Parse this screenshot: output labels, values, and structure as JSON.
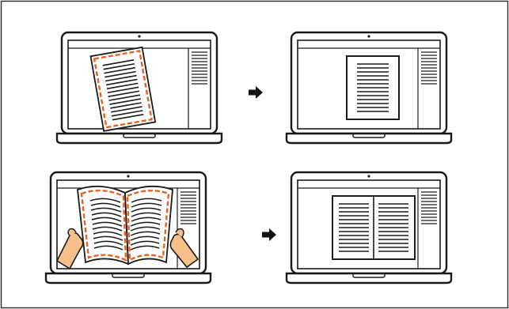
{
  "colors": {
    "outline": "#1a1a1a",
    "frame": "#2a2a2a",
    "accent_dash": "#e8621f",
    "hand_skin": "#f7c08a",
    "screen_bg": "#ffffff",
    "background": "#ffffff"
  },
  "icons": {
    "arrow": "right-arrow-icon",
    "laptop": "laptop-icon",
    "document": "document-icon",
    "book": "open-book-icon",
    "hand": "hand-icon"
  },
  "panels": [
    {
      "row": "top",
      "state": "before",
      "content": "tilted-single-page-with-dashed-detection-border"
    },
    {
      "row": "top",
      "state": "after",
      "content": "straightened-single-page"
    },
    {
      "row": "bottom",
      "state": "before",
      "content": "curved-open-book-held-by-hands-with-dashed-detection-border"
    },
    {
      "row": "bottom",
      "state": "after",
      "content": "flattened-two-page-spread"
    }
  ]
}
